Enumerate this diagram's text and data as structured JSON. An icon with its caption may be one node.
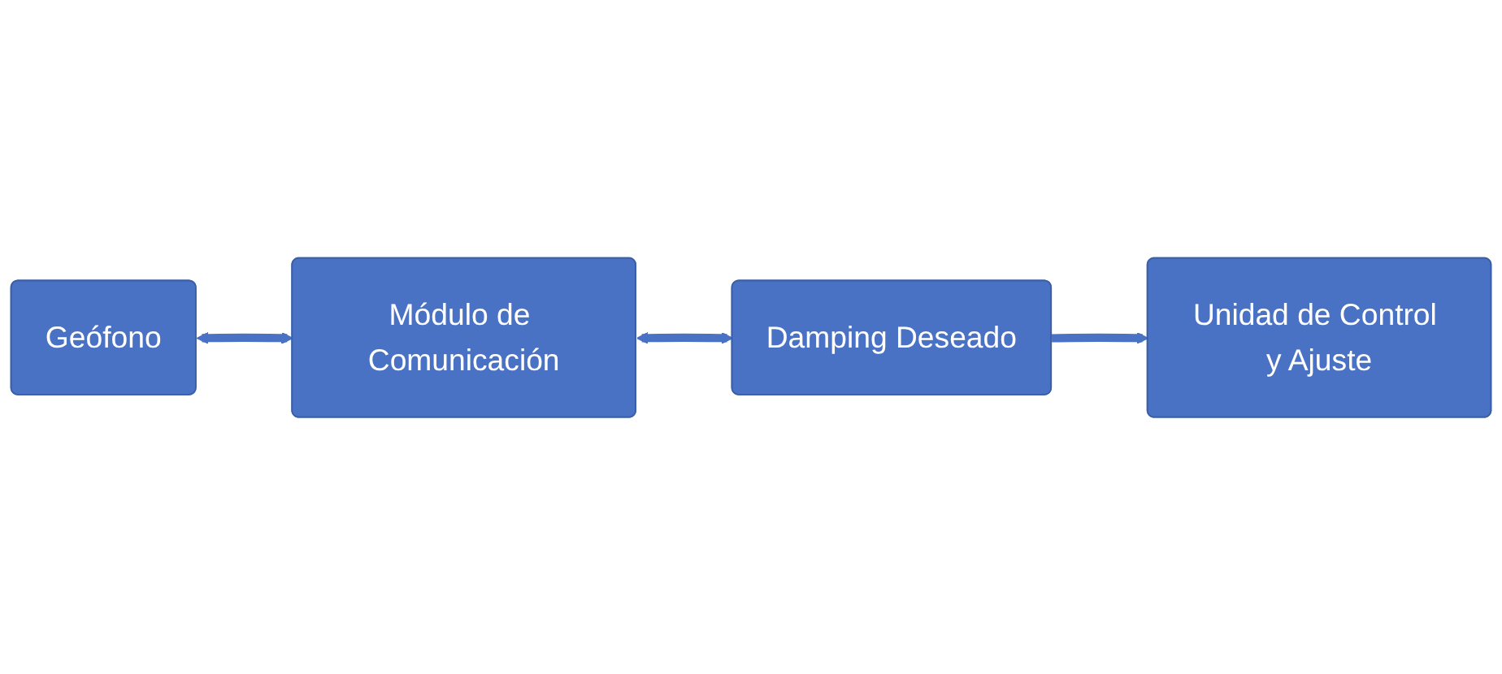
{
  "diagram": {
    "nodes": [
      {
        "text": [
          "Geófono"
        ]
      },
      {
        "text": [
          "Módulo de Comunicación"
        ]
      },
      {
        "text": [
          "Damping Deseado"
        ]
      },
      {
        "text": [
          "Unidad de Control y Ajuste"
        ]
      }
    ],
    "edges": [
      {
        "from": 0,
        "to": 1,
        "arrow": "both"
      },
      {
        "from": 1,
        "to": 2,
        "arrow": "both"
      },
      {
        "from": 2,
        "to": 3,
        "arrow": "to"
      }
    ]
  }
}
